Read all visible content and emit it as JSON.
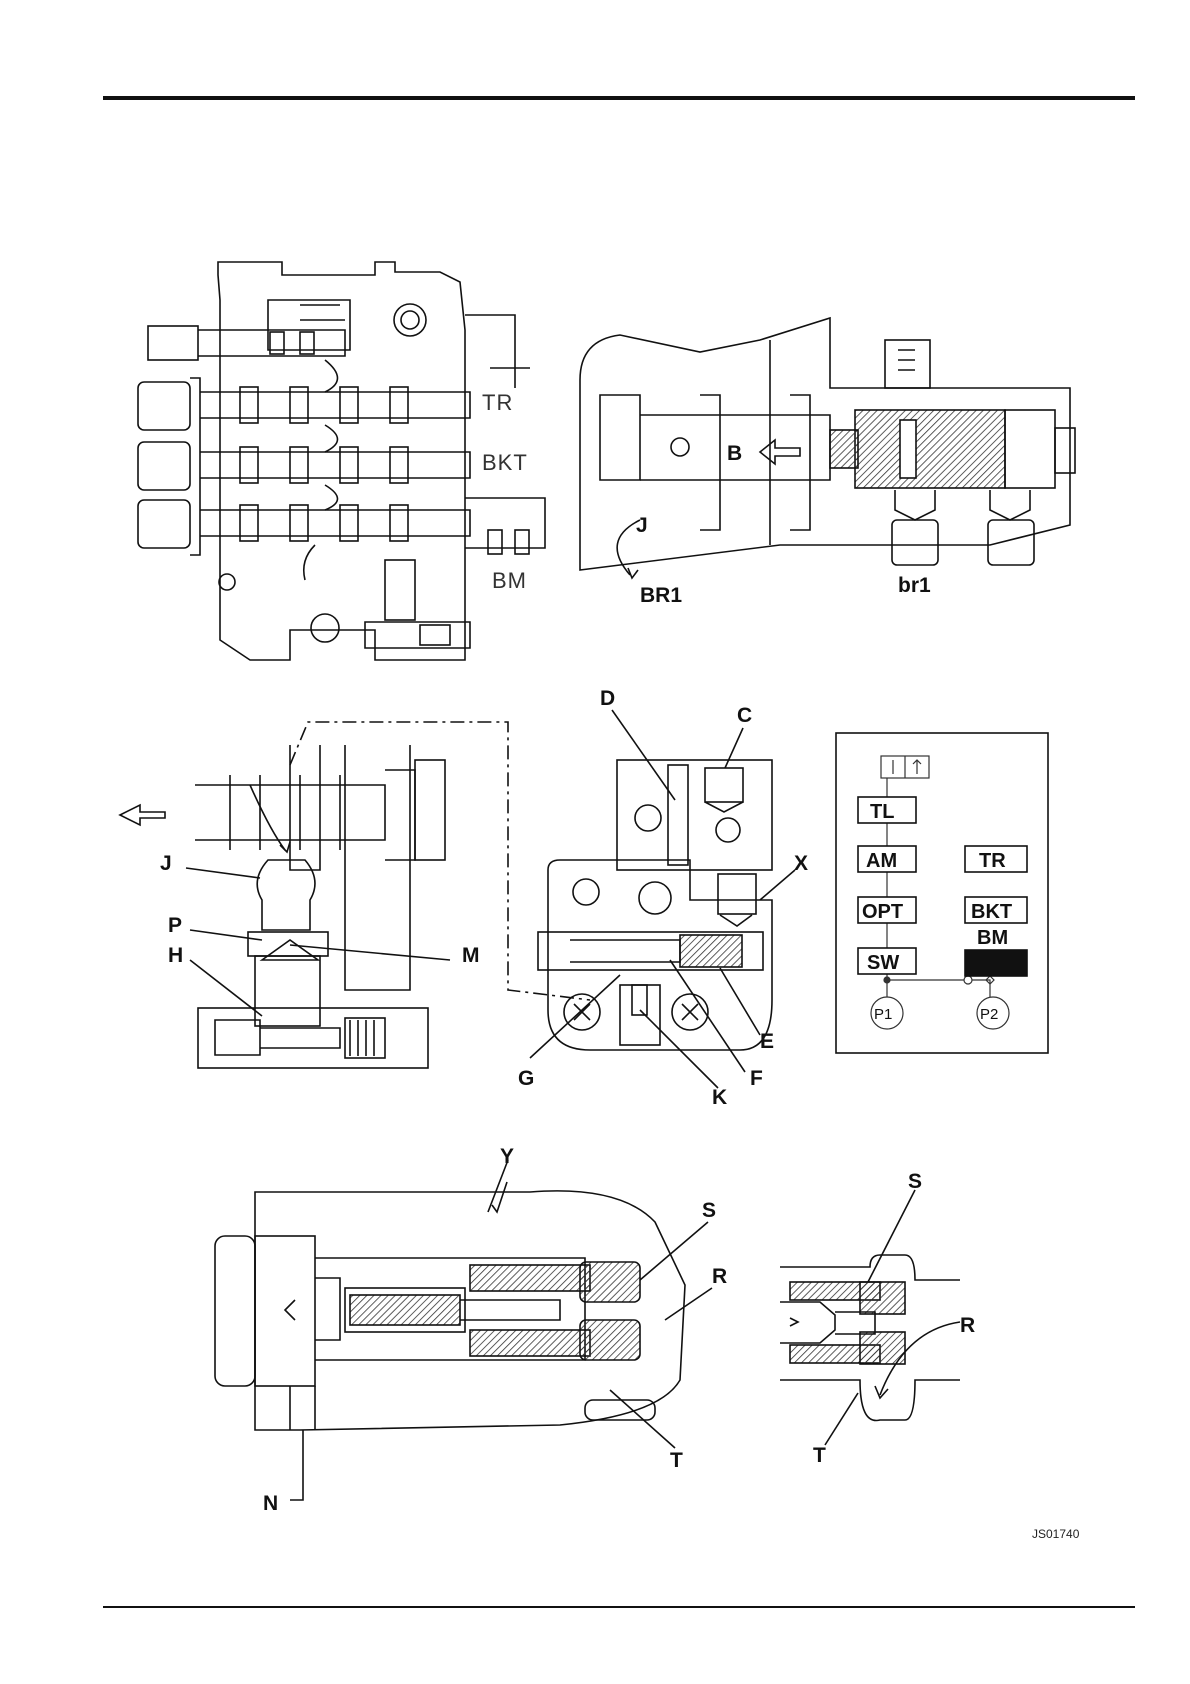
{
  "figure_ref": "JS01740",
  "top_view": {
    "section_labels": [
      "TR",
      "BKT",
      "BM"
    ]
  },
  "section_b": {
    "labels": {
      "B": "B",
      "J": "J",
      "BR1": "BR1",
      "br1": "br1"
    }
  },
  "section_left": {
    "labels": {
      "J": "J",
      "P": "P",
      "H": "H",
      "M": "M"
    }
  },
  "section_mid": {
    "labels": {
      "D": "D",
      "C": "C",
      "X": "X",
      "E": "E",
      "F": "F",
      "G": "G",
      "K": "K"
    }
  },
  "schematic": {
    "boxes_left": [
      "TL",
      "AM",
      "OPT",
      "SW"
    ],
    "boxes_right": [
      "TR",
      "BKT"
    ],
    "bm_label": "BM",
    "pump_labels": [
      "P1",
      "P2"
    ]
  },
  "bottom_main": {
    "labels": {
      "Y": "Y",
      "S": "S",
      "R": "R",
      "T": "T",
      "N": "N"
    }
  },
  "bottom_small": {
    "labels": {
      "S": "S",
      "R": "R",
      "T": "T"
    }
  },
  "colors": {
    "ink": "#111111",
    "hatch": "#444444",
    "fill_black": "#111111"
  }
}
